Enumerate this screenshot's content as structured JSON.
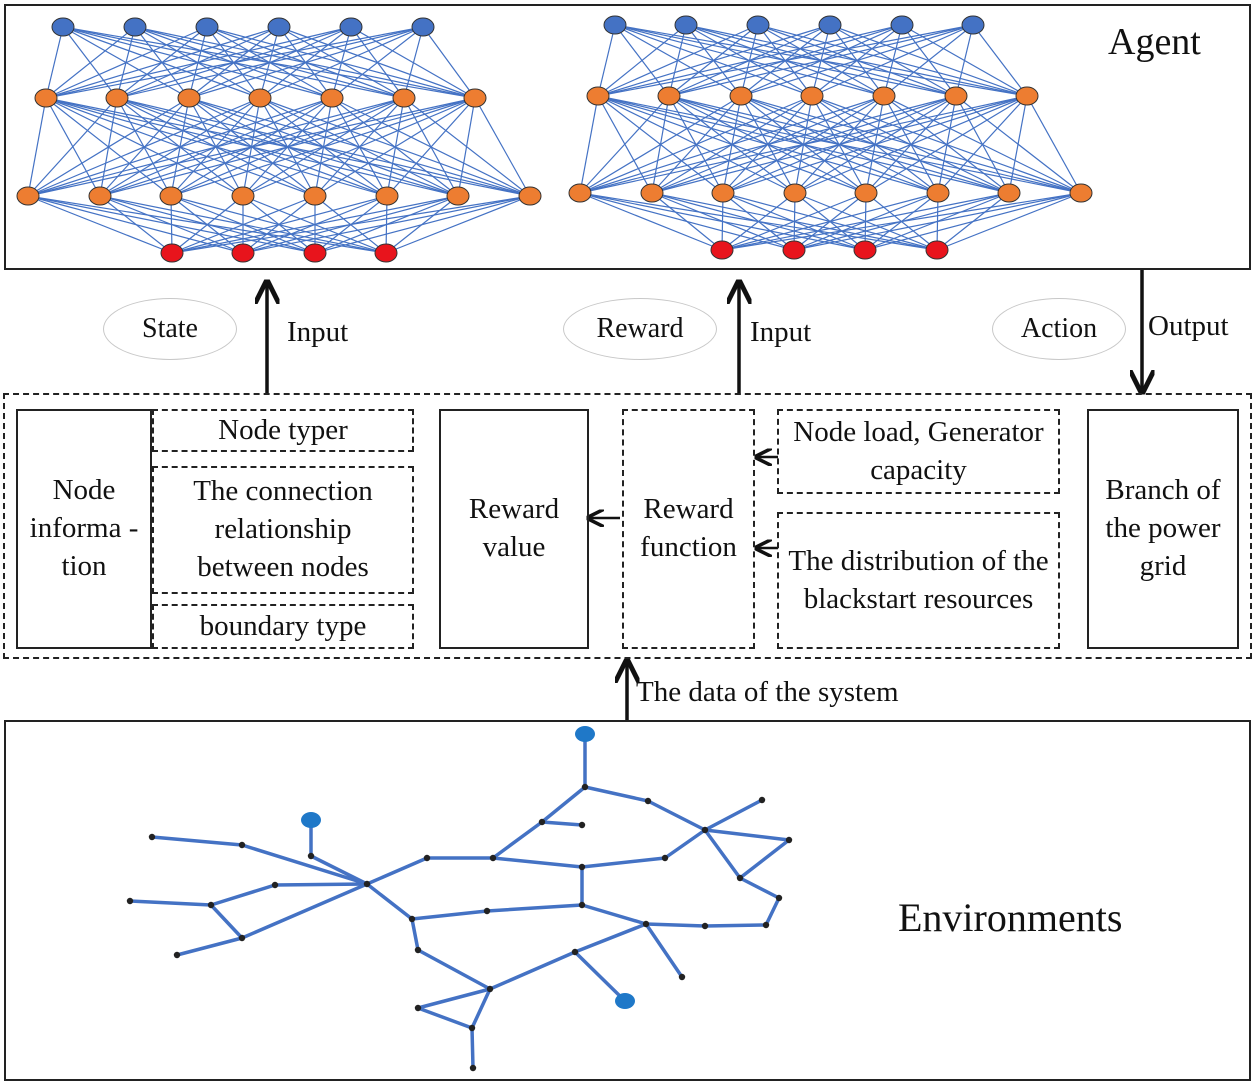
{
  "agent": {
    "title": "Agent"
  },
  "signals": {
    "state": "State",
    "reward": "Reward",
    "action": "Action",
    "input_left": "Input",
    "input_mid": "Input",
    "output": "Output",
    "system_data": "The data of the system"
  },
  "process": {
    "node_information": "Node informa -tion",
    "node_type": "Node typer",
    "connection": "The connection relationship between nodes",
    "boundary_type": "boundary type",
    "reward_value": "Reward value",
    "reward_function": "Reward function",
    "node_load": "Node load, Generator capacity",
    "blackstart": "The distribution of the blackstart resources",
    "branch": "Branch of the power grid"
  },
  "environment": {
    "title": "Environments"
  },
  "colors": {
    "edge_blue": "#4472c4",
    "input_node": "#4472c4",
    "hidden_node": "#ed7d31",
    "output_node": "#e8141c",
    "grid_line": "#4472c4",
    "grid_source": "#1f78c8",
    "grid_node": "#222222"
  },
  "network": {
    "layers": [
      6,
      7,
      8,
      4
    ],
    "edges": [
      [
        0,
        1
      ],
      [
        1,
        2
      ],
      [
        2,
        3
      ]
    ],
    "count": 2
  },
  "grid": {
    "edges": [
      [
        0,
        1
      ],
      [
        1,
        2
      ],
      [
        2,
        3
      ],
      [
        3,
        4
      ],
      [
        1,
        5
      ],
      [
        4,
        6
      ],
      [
        6,
        5
      ],
      [
        5,
        7
      ],
      [
        7,
        8
      ],
      [
        8,
        9
      ],
      [
        8,
        10
      ],
      [
        8,
        11
      ],
      [
        9,
        12
      ],
      [
        12,
        13
      ],
      [
        13,
        14
      ],
      [
        14,
        15
      ],
      [
        15,
        16
      ],
      [
        16,
        13
      ],
      [
        3,
        17
      ],
      [
        17,
        18
      ],
      [
        18,
        19
      ],
      [
        19,
        20
      ],
      [
        20,
        21
      ],
      [
        21,
        22
      ],
      [
        22,
        23
      ],
      [
        21,
        24
      ],
      [
        24,
        25
      ],
      [
        21,
        26
      ],
      [
        26,
        27
      ],
      [
        27,
        28
      ],
      [
        28,
        29
      ],
      [
        29,
        30
      ],
      [
        30,
        31
      ],
      [
        31,
        12
      ],
      [
        31,
        32
      ],
      [
        32,
        33
      ],
      [
        33,
        34
      ],
      [
        33,
        35
      ],
      [
        35,
        36
      ],
      [
        36,
        37
      ],
      [
        37,
        38
      ],
      [
        36,
        39
      ],
      [
        39,
        40
      ],
      [
        40,
        41
      ],
      [
        11,
        42
      ],
      [
        11,
        43
      ],
      [
        43,
        44
      ],
      [
        44,
        45
      ],
      [
        45,
        46
      ],
      [
        10,
        47
      ],
      [
        10,
        48
      ],
      [
        10,
        49
      ],
      [
        49,
        50
      ],
      [
        50,
        51
      ],
      [
        51,
        52
      ]
    ],
    "sources": [
      0,
      9,
      46
    ]
  }
}
